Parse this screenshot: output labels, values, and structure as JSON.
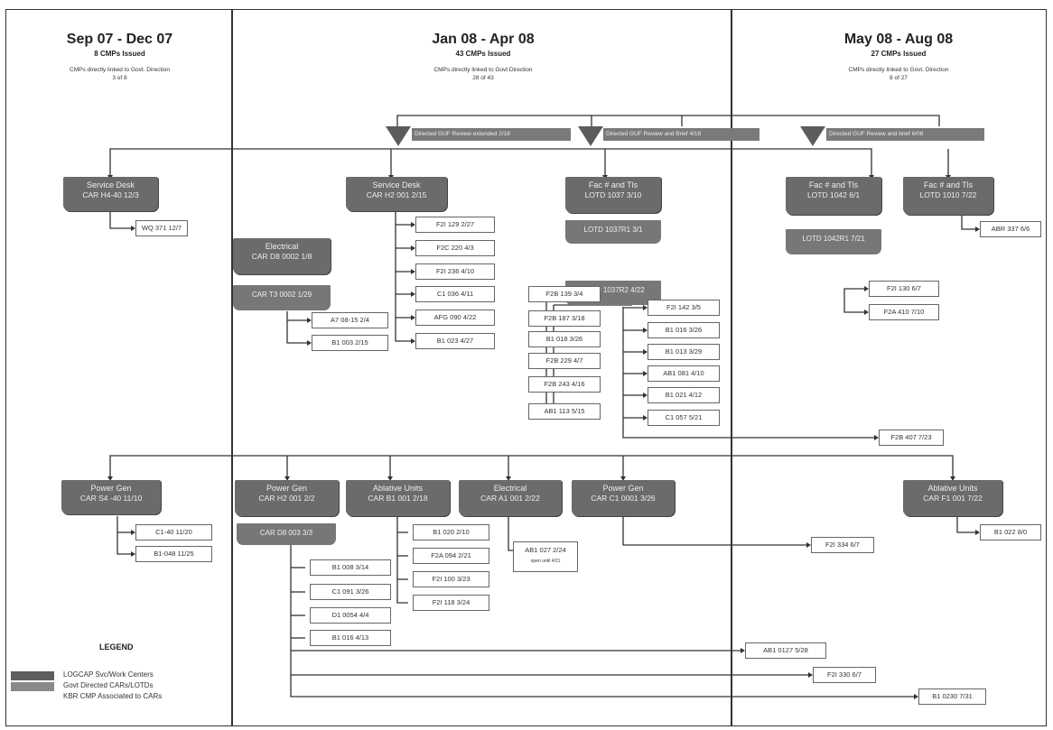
{
  "periods": [
    {
      "title": "Sep 07 - Dec 07",
      "count": "8 CMPs Issued",
      "desc1": "CMPs directly linked to Govt. Direction",
      "desc2": "3 of 8"
    },
    {
      "title": "Jan 08 - Apr 08",
      "count": "43 CMPs Issued",
      "desc1": "CMPs directly linked to Govt Direction",
      "desc2": "28 of 43"
    },
    {
      "title": "May 08 - Aug 08",
      "count": "27 CMPs Issued",
      "desc1": "CMPs directly linked to Govt. Direction",
      "desc2": "8 of 27"
    }
  ],
  "directives": [
    "Directed GUF Review extended 2/18",
    "Directed GUF Review and Brief 4/18",
    "Directed GUF Review and brief 6/08"
  ],
  "groups": {
    "sd1": {
      "name": "Service Desk",
      "car": "CAR H4-40 12/3"
    },
    "sd2": {
      "name": "Service Desk",
      "car": "CAR H2 001 2/15"
    },
    "el1": {
      "name": "Electrical",
      "car": "CAR D8 0002 1/8"
    },
    "el1b": {
      "car": "CAR T3 0002 1/29"
    },
    "ft1": {
      "name": "Fac # and Tls",
      "car": "LOTD 1037 3/10"
    },
    "ft1b": {
      "car": "LOTD 1037R1 3/1"
    },
    "ft1c": {
      "car": "LOTD 1037R2 4/22"
    },
    "ft2": {
      "name": "Fac # and Tls",
      "car": "LOTD 1042 6/1"
    },
    "ft2b": {
      "car": "LOTD 1042R1 7/21"
    },
    "ft3": {
      "name": "Fac # and Tls",
      "car": "LOTD 1010 7/22"
    },
    "pg1": {
      "name": "Power Gen",
      "car": "CAR S4 -40 11/10"
    },
    "pg2": {
      "name": "Power Gen",
      "car": "CAR H2 001 2/2"
    },
    "pg2b": {
      "car": "CAR D8 003 3/3"
    },
    "au1": {
      "name": "Ablative Units",
      "car": "CAR B1 001 2/18"
    },
    "el2": {
      "name": "Electrical",
      "car": "CAR A1 001 2/22"
    },
    "pg3": {
      "name": "Power Gen",
      "car": "CAR C1 0001 3/26"
    },
    "au2": {
      "name": "Ablative Units",
      "car": "CAR F1 001 7/22"
    }
  },
  "cmps": {
    "c1": "WQ 371 12/7",
    "c2": "F2I 129 2/27",
    "c3": "F2C 220 4/3",
    "c4": "F2I 236 4/10",
    "c5": "C1 036 4/11",
    "c6": "AFG 090 4/22",
    "c7": "B1 023 4/27",
    "c8": "A7 08-15 2/4",
    "c9": "B1 003 2/15",
    "c10": "F2B 139 3/4",
    "c11": "F2B 187 3/18",
    "c12": "B1 018 3/26",
    "c13": "F2B 229 4/7",
    "c14": "F2B 243 4/16",
    "c15": "AB1 113 5/15",
    "c16": "F2I 142 3/5",
    "c17": "B1 016 3/26",
    "c18": "B1 013 3/29",
    "c19": "AB1 081 4/10",
    "c20": "B1 021 4/12",
    "c21": "C1 057 5/21",
    "c22": "F2I 130 6/7",
    "c23": "F2A 410 7/10",
    "c24": "ABR 337 6/6",
    "c25": "F2B 407 7/23",
    "c26": "C1-40 11/20",
    "c27": "B1-048 11/25",
    "c28": "B1 008 3/14",
    "c29": "C1 091 3/26",
    "c30": "D1 0054 4/4",
    "c31": "B1 016 4/13",
    "c32": "B1 020 2/10",
    "c33": "F2A 094 2/21",
    "c34": "F2I 100 3/23",
    "c35": "F2I 118 3/24",
    "c36": "AB1 027 2/24",
    "c37": "F2I 334 6/7",
    "c38": "B1 022 8/0",
    "c39": "AB1 0127 5/28",
    "c40": "F2I 330 6/7",
    "c41": "B1 0230 7/31"
  },
  "note": "open until 4/21",
  "legend": {
    "title": "LEGEND",
    "item1": "LOGCAP Svc/Work Centers",
    "item2": "Govt Directed CARs/LOTDs",
    "item3": "KBR CMP Associated to CARs"
  },
  "colors": {
    "dark": "#5e5e5e",
    "mid": "#7a7a7a",
    "line": "#333333"
  }
}
